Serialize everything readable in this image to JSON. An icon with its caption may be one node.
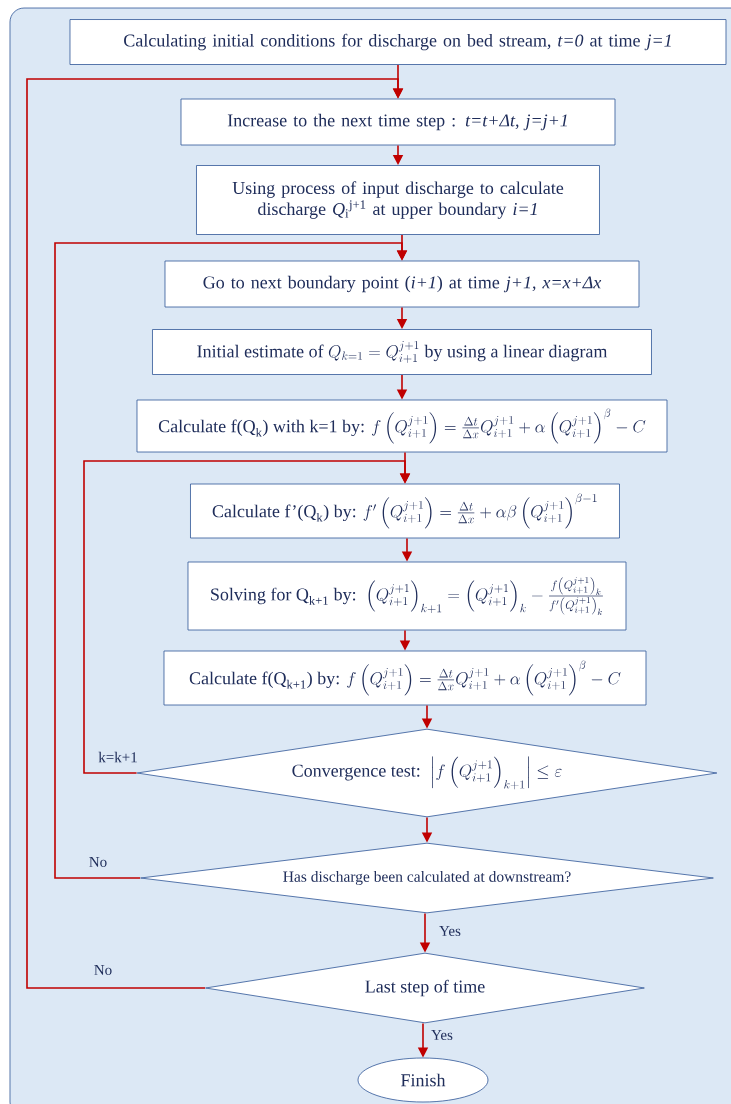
{
  "diagram": {
    "nodes": [
      {
        "text": [
          "Calculating initial conditions for discharge on bed stream, *t=0* at time *j=1*"
        ]
      },
      {
        "text": [
          "Increase to the next time step : *t=t+Δt, j=j+1*"
        ]
      },
      {
        "text": [
          "Using process of input discharge to calculate discharge *Q*$_{i}$$^{j+1}$ at upper boundary *i=1*"
        ]
      },
      {
        "text": [
          "Go to next boundary point (*i+1*) at time *j+1, x=x+Δx*"
        ]
      },
      {
        "text": [
          "\\text{Initial estimate of } Q_{k=1}=Q_{i+1}^{j+1}\\text{ by using a linear diagram}"
        ]
      },
      {
        "text": [
          "\\text{Calculate f(Q}_{\\text{k}}\\text{) with k=1 by: } f\\left(Q_{i+1}^{j+1}\\right)=\\frac{\\Delta t}{\\Delta x}Q_{i+1}^{j+1}+\\alpha\\left(Q_{i+1}^{j+1}\\right)^{\\beta}-C"
        ]
      },
      {
        "text": [
          "\\text{Calculate f'(Q}_{\\text{k}}\\text{) by: } f'\\left(Q_{i+1}^{j+1}\\right)=\\frac{\\Delta t}{\\Delta x}+\\alpha\\beta\\left(Q_{i+1}^{j+1}\\right)^{\\beta-1}"
        ]
      },
      {
        "text": [
          "\\text{Solving for Q}_{\\text{k+1}}\\text{ by: } \\left(Q_{i+1}^{j+1}\\right)_{k+1}=\\left(Q_{i+1}^{j+1}\\right)_{k}-\\frac{f\\left(Q_{i+1}^{j+1}\\right)_{k}}{f'\\left(Q_{i+1}^{j+1}\\right)_{k}}"
        ]
      },
      {
        "text": [
          "\\text{Calculate f(Q}_{\\text{k+1}}\\text{) by: } f\\left(Q_{i+1}^{j+1}\\right)=\\frac{\\Delta t}{\\Delta x}Q_{i+1}^{j+1}+\\alpha\\left(Q_{i+1}^{j+1}\\right)^{\\beta}-C"
        ]
      },
      {
        "text": [
          "\\text{Convergence test: } \\left|f\\left(Q_{i+1}^{j+1}\\right)_{k+1}\\right|\\leq\\varepsilon"
        ]
      },
      {
        "text": [
          "Has discharge been calculated at downstream?"
        ]
      },
      {
        "text": [
          "Last step of time"
        ]
      },
      {
        "text": [
          "Finish"
        ]
      }
    ],
    "edges": [
      {
        "from": 0,
        "to": 1,
        "arrow": "to"
      },
      {
        "from": 1,
        "to": 2,
        "arrow": "to"
      },
      {
        "from": 2,
        "to": 3,
        "arrow": "to"
      },
      {
        "from": 3,
        "to": 4,
        "arrow": "to"
      },
      {
        "from": 4,
        "to": 5,
        "arrow": "to"
      },
      {
        "from": 5,
        "to": 6,
        "arrow": "to"
      },
      {
        "from": 6,
        "to": 7,
        "arrow": "to"
      },
      {
        "from": 7,
        "to": 8,
        "arrow": "to"
      },
      {
        "from": 8,
        "to": 9,
        "arrow": "to"
      },
      {
        "from": 9,
        "to": 6,
        "label": "k=k+1",
        "arrow": "to"
      },
      {
        "from": 9,
        "to": 10,
        "arrow": "to"
      },
      {
        "from": 10,
        "to": 3,
        "label": "No",
        "arrow": "to"
      },
      {
        "from": 10,
        "to": 11,
        "label": "Yes",
        "arrow": "to"
      },
      {
        "from": 11,
        "to": 1,
        "label": "No",
        "arrow": "to"
      },
      {
        "from": 11,
        "to": 12,
        "label": "Yes",
        "arrow": "to"
      }
    ]
  }
}
